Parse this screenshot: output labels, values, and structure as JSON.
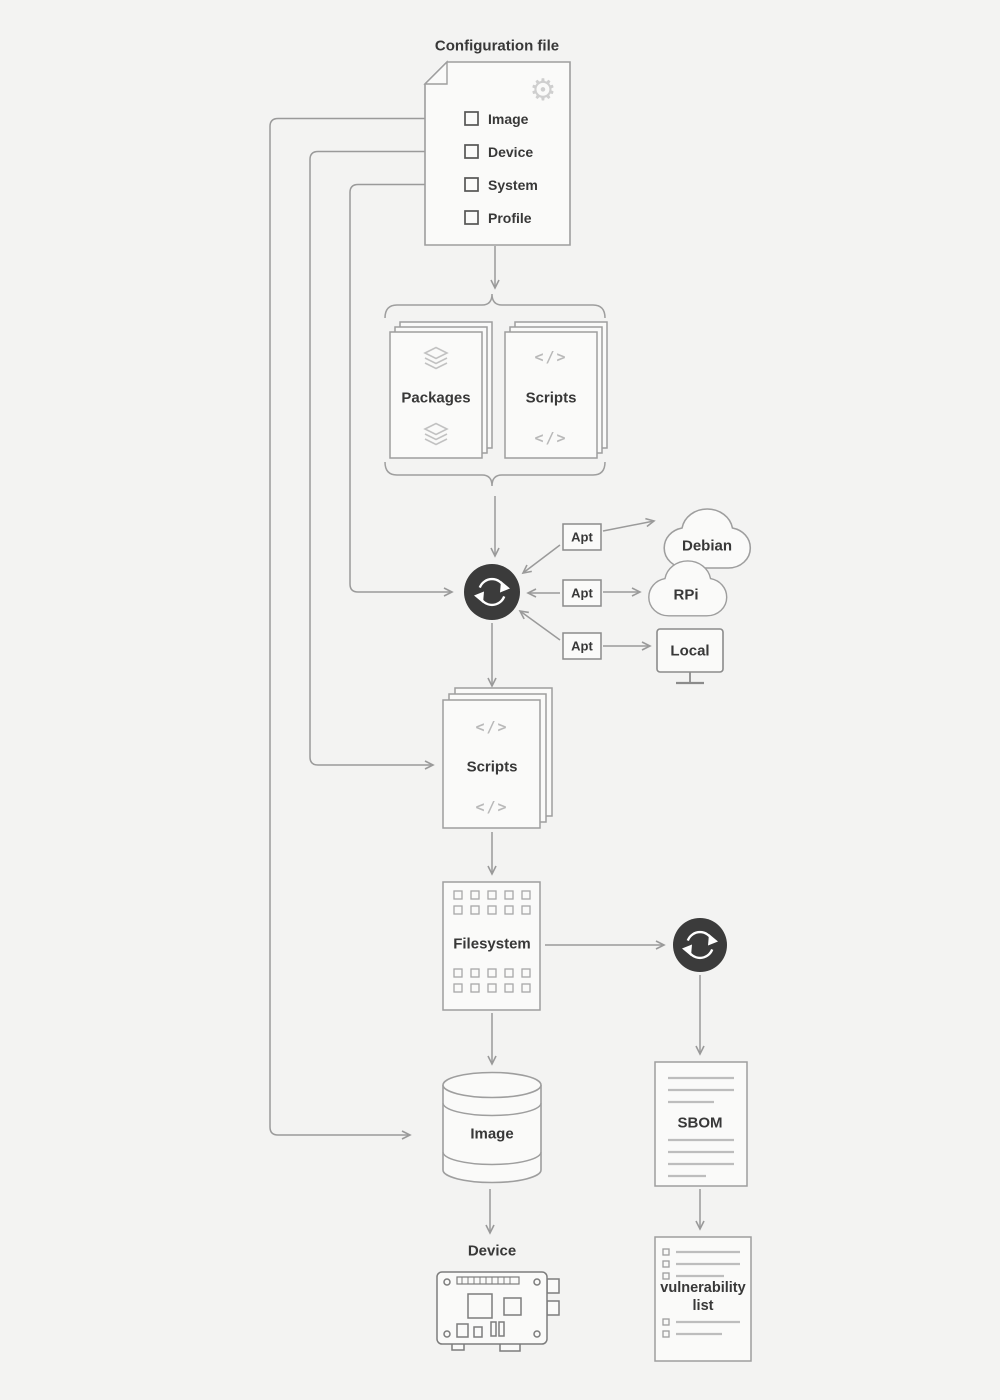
{
  "config_file": {
    "title": "Configuration file",
    "items": [
      "Image",
      "Device",
      "System",
      "Profile"
    ]
  },
  "package_group": {
    "packages_label": "Packages",
    "scripts_label": "Scripts"
  },
  "apt_boxes": [
    "Apt",
    "Apt",
    "Apt"
  ],
  "repositories": {
    "debian": "Debian",
    "rpi": "RPi",
    "local": "Local"
  },
  "pipeline": {
    "scripts_label": "Scripts",
    "filesystem_label": "Filesystem",
    "image_label": "Image",
    "device_label": "Device",
    "sbom_label": "SBOM",
    "vulnerability_list_label": "vulnerability list"
  },
  "icons": {
    "code_glyph": "</>",
    "gear_glyph": "⚙",
    "sync_icon": "circular-arrows",
    "cloud_icon": "cloud",
    "monitor_icon": "monitor",
    "layers_icon": "layers",
    "database_icon": "cylinder",
    "board_icon": "raspberry-pi-board"
  },
  "colors": {
    "background": "#f3f3f2",
    "node_fill": "#fafaf9",
    "node_border": "#9e9e9e",
    "connector": "#9a9a9a",
    "dark_circle": "#3b3b3b",
    "text": "#383838",
    "icon_gray": "#c2c2c2"
  }
}
